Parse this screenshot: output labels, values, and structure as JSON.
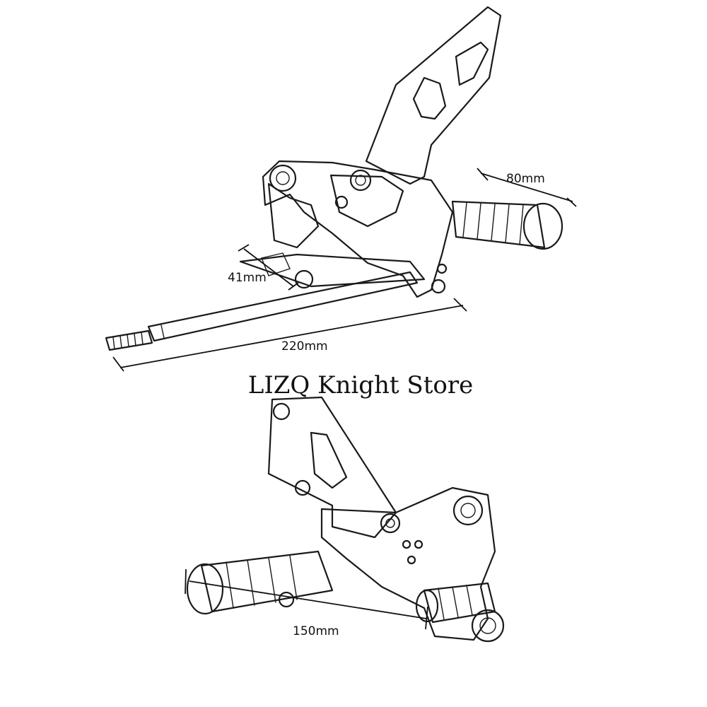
{
  "watermark": "LIZQ Knight Store",
  "dimensions": {
    "top_width": "80mm",
    "top_depth": "41mm",
    "top_length": "220mm",
    "bottom_length": "150mm"
  }
}
